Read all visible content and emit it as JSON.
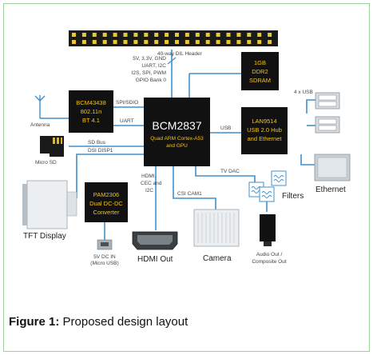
{
  "header": {
    "label": "40-way DIL Header",
    "pin_count": 20
  },
  "header_signals": [
    "5V, 3.3V, GND",
    "UART, I2C",
    "I2S, SPI, PWM",
    "GPIO Bank 0"
  ],
  "soc": {
    "name": "BCM2837",
    "line1": "Quad ARM Cortex-A53",
    "line2": "and GPU"
  },
  "sdram": [
    "1GB",
    "DDR2",
    "SDRAM"
  ],
  "usb_hub": [
    "LAN9514",
    "USB 2.0 Hub",
    "and Ethernet"
  ],
  "usb_ports_label": "4 x USB",
  "ethernet_label": "Ethernet",
  "wifi": [
    "BCM43438",
    "802.11n",
    "BT 4.1"
  ],
  "antenna_label": "Antenna",
  "bus_labels": {
    "spi_sdio": "SPI/SDIO",
    "uart": "UART",
    "usb": "USB",
    "sd_bus": "SD Bus",
    "dsi": "DSI DISP1",
    "tv_dac": "TV DAC",
    "hdmi": [
      "HDMI,",
      "CEC and",
      "I2C"
    ],
    "csi": "CSI CAM1"
  },
  "microsd_label": "Micro SD",
  "power": [
    "PAM2306",
    "Dual DC-DC",
    "Converter"
  ],
  "power_in": [
    "5V DC IN",
    "(Micro USB)"
  ],
  "tft_label": "TFT Display",
  "hdmi_out_label": "HDMI Out",
  "camera_label": "Camera",
  "filters_label": "Filters",
  "audio_out": [
    "Audio Out /",
    "Composite Out"
  ],
  "caption": {
    "label": "Figure 1:",
    "text": " Proposed design layout"
  },
  "colors": {
    "chip": "#111111",
    "chip_text": "#f5c218",
    "soc_text": "#ffffff",
    "bus": "#3f8fce",
    "header_pin": "#e8c830",
    "background": "#ffffff"
  }
}
